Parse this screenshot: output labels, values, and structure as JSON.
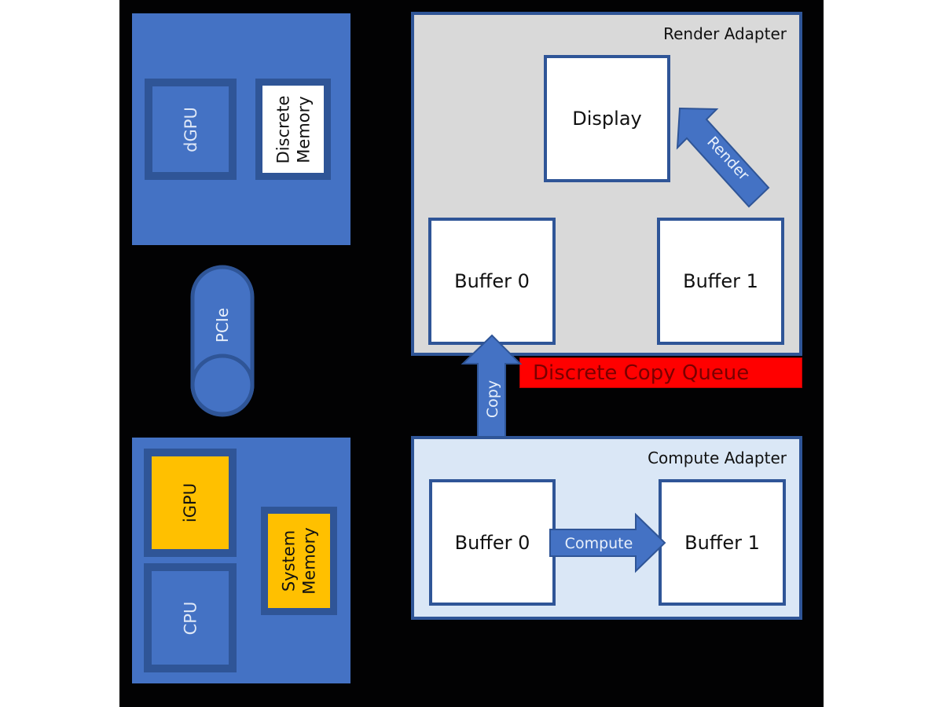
{
  "colors": {
    "background": "#020203",
    "system_block": "#4472c4",
    "chip_border": "#2f5597",
    "integrated_chip": "#ffc000",
    "render_adapter_fill": "#d9d9d9",
    "compute_adapter_fill": "#dae7f6",
    "copy_queue": "#ff0000"
  },
  "discrete_block": {
    "gpu_label": "dGPU",
    "memory_label_line1": "Discrete",
    "memory_label_line2": "Memory"
  },
  "bus": {
    "label": "PCIe",
    "icon": "cylinder-icon"
  },
  "integrated_block": {
    "gpu_label": "iGPU",
    "cpu_label": "CPU",
    "memory_label_line1": "System",
    "memory_label_line2": "Memory"
  },
  "render_adapter": {
    "title": "Render Adapter",
    "display_label": "Display",
    "buffer0_label": "Buffer 0",
    "buffer1_label": "Buffer 1",
    "render_arrow_label": "Render"
  },
  "copy_queue": {
    "label": "Discrete Copy Queue",
    "copy_arrow_label": "Copy"
  },
  "compute_adapter": {
    "title": "Compute Adapter",
    "buffer0_label": "Buffer 0",
    "buffer1_label": "Buffer 1",
    "compute_arrow_label": "Compute"
  }
}
